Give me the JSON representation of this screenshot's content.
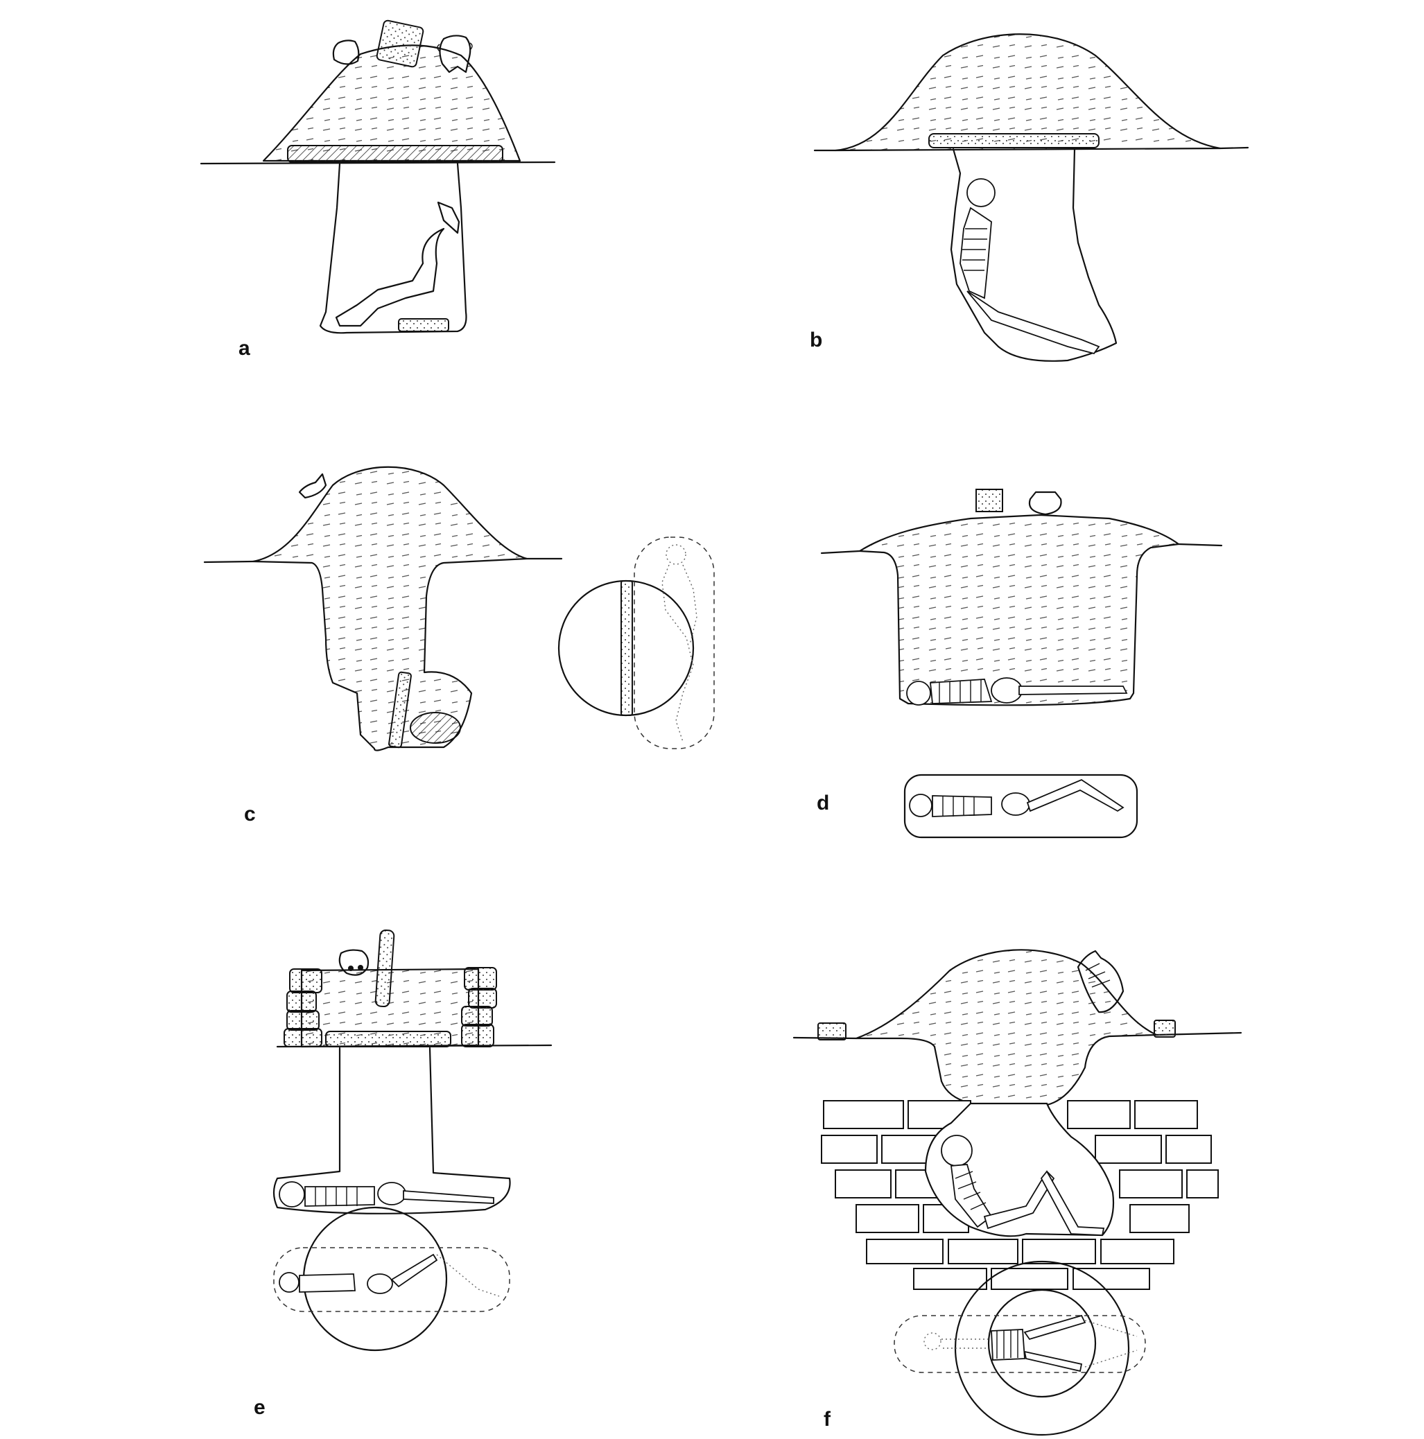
{
  "panels": [
    {
      "id": "a",
      "label": "a"
    },
    {
      "id": "b",
      "label": "b"
    },
    {
      "id": "c",
      "label": "c"
    },
    {
      "id": "d",
      "label": "d"
    },
    {
      "id": "e",
      "label": "e"
    },
    {
      "id": "f",
      "label": "f"
    }
  ]
}
